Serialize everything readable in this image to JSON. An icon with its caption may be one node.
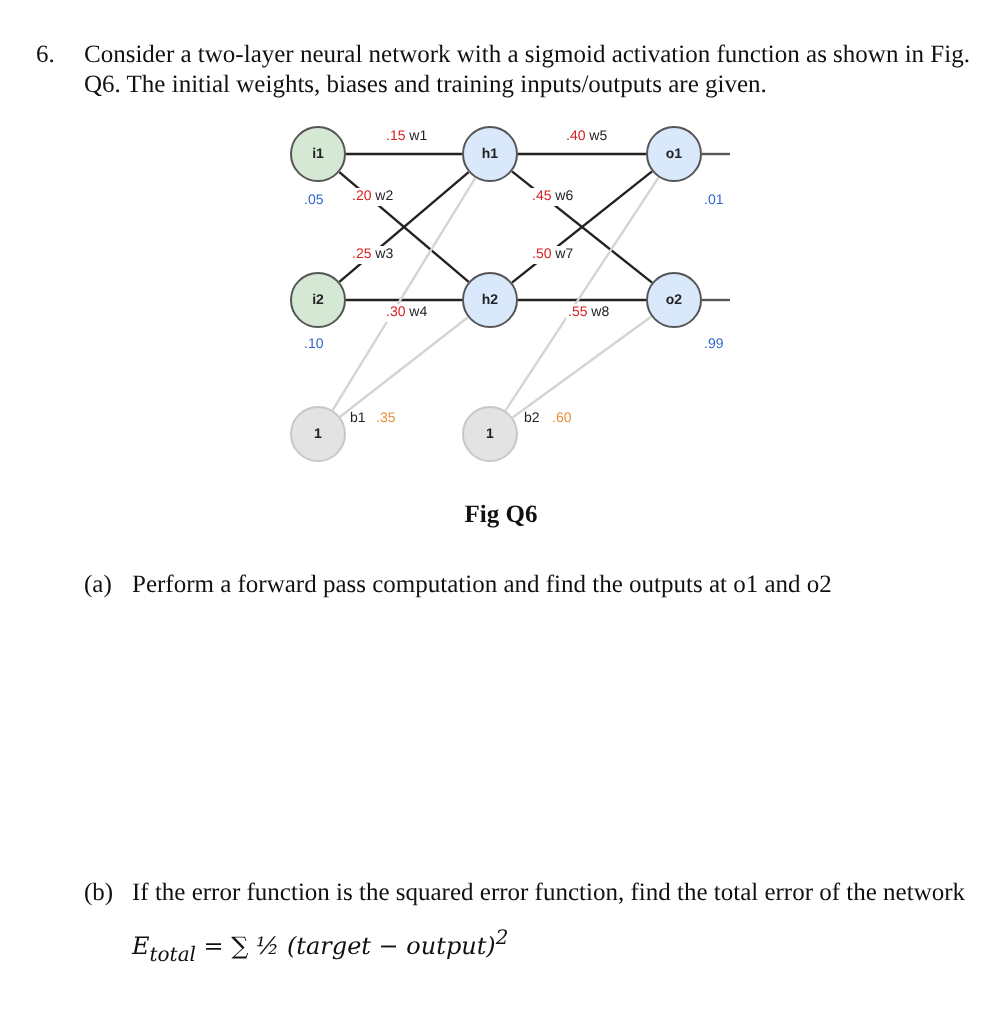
{
  "diagram": {
    "caption": "Fig Q6",
    "nodes": [
      {
        "text": [
          "i1"
        ],
        "beside": [
          ".05"
        ]
      },
      {
        "text": [
          "h1"
        ]
      },
      {
        "text": [
          "o1"
        ],
        "beside": [
          ".01"
        ]
      },
      {
        "text": [
          "i2"
        ],
        "beside": [
          ".10"
        ]
      },
      {
        "text": [
          "h2"
        ]
      },
      {
        "text": [
          "o2"
        ],
        "beside": [
          ".99"
        ]
      },
      {
        "text": [
          "1"
        ],
        "beside": [
          "b1",
          ".35"
        ]
      },
      {
        "text": [
          "1"
        ],
        "beside": [
          "b2",
          ".60"
        ]
      }
    ],
    "edges": [
      {
        "from": 0,
        "to": 1,
        "arrow": "none",
        "label": ".15 w1"
      },
      {
        "from": 0,
        "to": 4,
        "arrow": "none",
        "label": ".20 w2"
      },
      {
        "from": 3,
        "to": 1,
        "arrow": "none",
        "label": ".25 w3"
      },
      {
        "from": 3,
        "to": 4,
        "arrow": "none",
        "label": ".30 w4"
      },
      {
        "from": 1,
        "to": 2,
        "arrow": "none",
        "label": ".40 w5"
      },
      {
        "from": 1,
        "to": 5,
        "arrow": "none",
        "label": ".45 w6"
      },
      {
        "from": 4,
        "to": 2,
        "arrow": "none",
        "label": ".50 w7"
      },
      {
        "from": 4,
        "to": 5,
        "arrow": "none",
        "label": ".55 w8"
      },
      {
        "from": 6,
        "to": 1,
        "arrow": "none",
        "color": "#d4d4d4"
      },
      {
        "from": 6,
        "to": 4,
        "arrow": "none",
        "color": "#d4d4d4"
      },
      {
        "from": 7,
        "to": 2,
        "arrow": "none",
        "color": "#d4d4d4"
      },
      {
        "from": 7,
        "to": 5,
        "arrow": "none",
        "color": "#d4d4d4"
      },
      {
        "from": 2,
        "to": null,
        "arrow": "none",
        "color": "#555555"
      },
      {
        "from": 5,
        "to": null,
        "arrow": "none",
        "color": "#555555"
      }
    ],
    "labels": [
      "6.",
      "Consider a two-layer neural network with a sigmoid activation function as shown in Fig. Q6. The initial weights, biases and training inputs/outputs are given.",
      "(a)",
      "Perform a forward pass computation and find the outputs at o1 and o2",
      "(b)",
      "If the error function is the squared error function, find the total error of the network",
      "E$_{total}$ = ∑ ½ (target − output)$^{2}$"
    ]
  }
}
